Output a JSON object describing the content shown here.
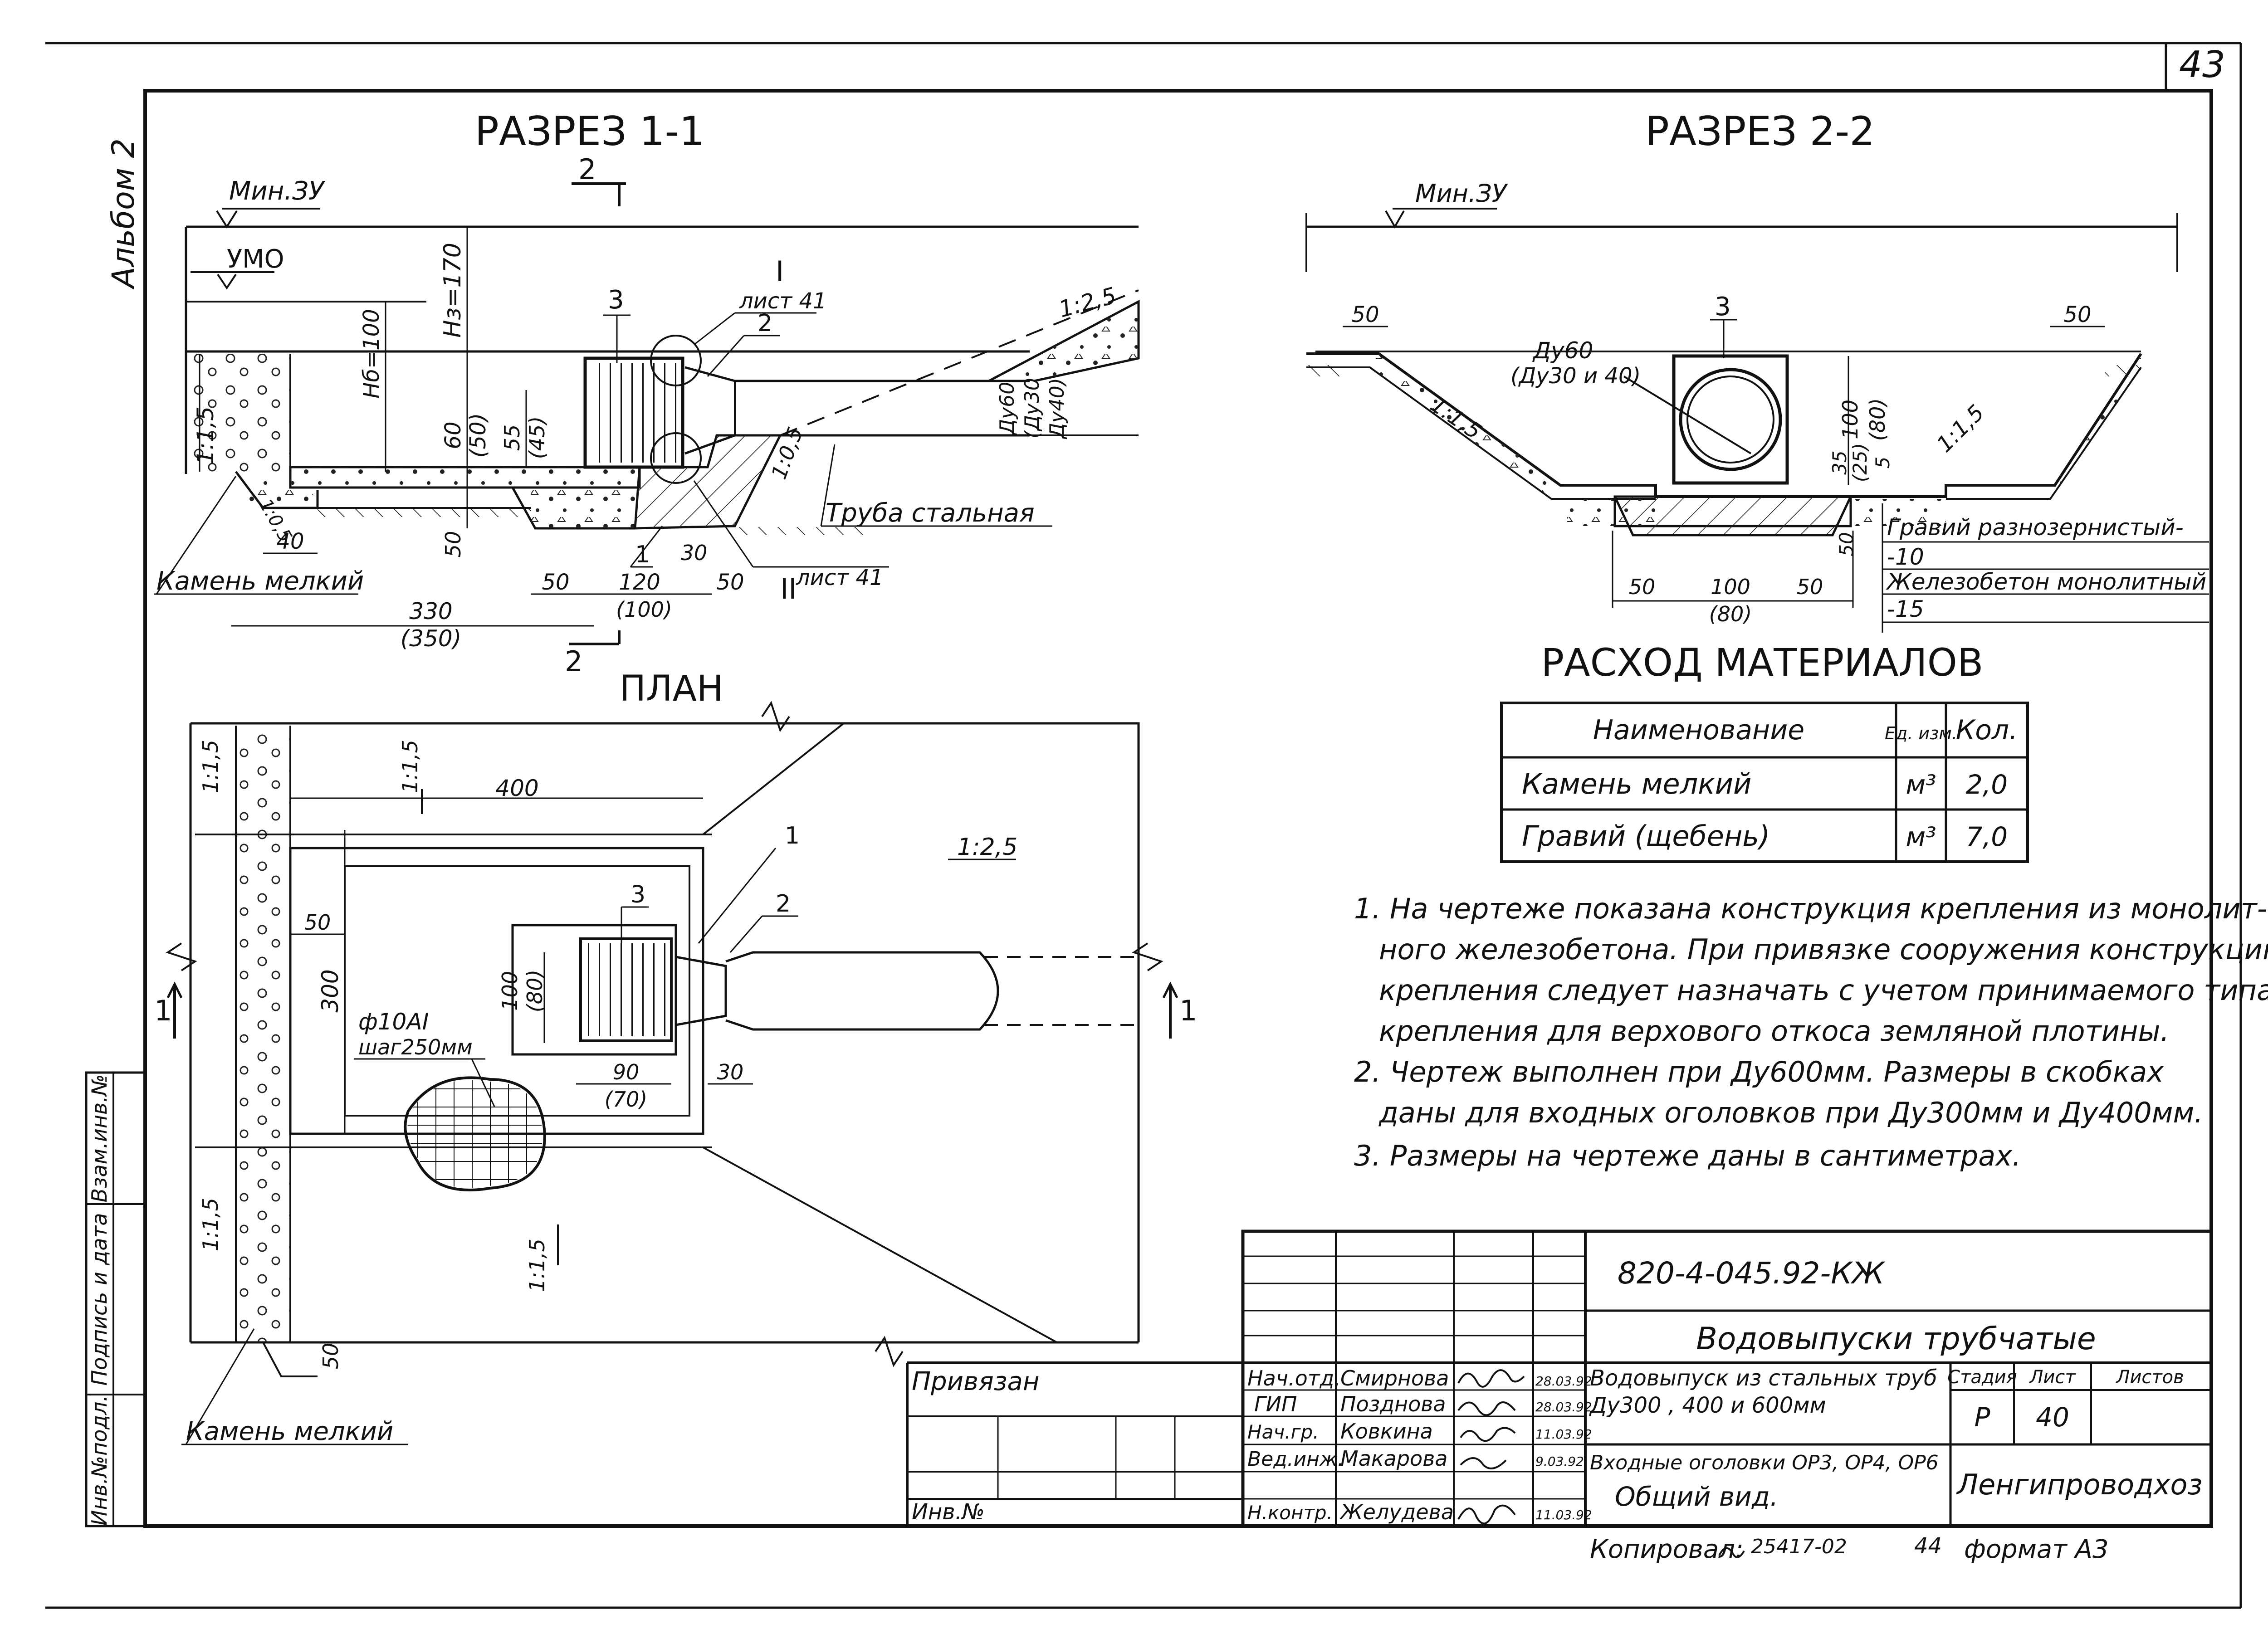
{
  "sheet": {
    "page_number": "43",
    "album": "Альбом 2"
  },
  "section_1_1": {
    "title": "РАЗРЕЗ 1-1",
    "cut_mark": "2",
    "min_level": "Мин.ЗУ",
    "umo": "УМО",
    "h_total": "Hз=170",
    "h_b": "Hб=100",
    "slope_left": "1:1,5",
    "slope_toe": "1:0,5",
    "slope_right_top": "1:2,5",
    "slope_right_bottom": "1:0,5",
    "callout_3": "3",
    "callout_2": "2",
    "callout_1": "1",
    "node_I": "I",
    "node_I_sheet": "лист 41",
    "node_II": "II",
    "node_II_sheet": "лист 41",
    "dim_60": "60",
    "dim_50_paren": "(50)",
    "dim_55": "55",
    "dim_45_paren": "(45)",
    "dim_50_v": "50",
    "dim_40": "40",
    "dim_30": "30",
    "dim_50a": "50",
    "dim_120": "120",
    "dim_100_paren": "(100)",
    "dim_50b": "50",
    "dim_330": "330",
    "dim_350_paren": "(350)",
    "dia_60": "Ду60",
    "dia_30": "(Ду30",
    "dia_40": "Ду40)",
    "label_pipe": "Труба стальная",
    "label_stone": "Камень мелкий"
  },
  "section_2_2": {
    "title": "РАЗРЕЗ 2-2",
    "min_level": "Мин.ЗУ",
    "dim_50_left": "50",
    "dim_50_right": "50",
    "callout_3": "3",
    "dia": "Ду60",
    "dia_alt": "(Ду30 и 40)",
    "slope_left": "1:1,5",
    "slope_right": "1:1,5",
    "dim_100": "100",
    "dim_80_paren": "(80)",
    "dim_35": "35",
    "dim_25_paren": "(25)",
    "dim_5": "5",
    "dim_50_v": "50",
    "dim_50_b1": "50",
    "dim_100_b": "100",
    "dim_80_b": "(80)",
    "dim_50_b2": "50",
    "legend_gravel": "Гравий разнозернистый-",
    "legend_gravel_2": "-10",
    "legend_concrete": "Железобетон монолитный",
    "legend_concrete_2": "-15"
  },
  "plan": {
    "title": "ПЛАН",
    "slope_top": "1:1,5",
    "slope_left_top": "1:1,5",
    "slope_left_bottom": "1:1,5",
    "slope_bottom": "1:1,5",
    "slope_right": "1:2,5",
    "dim_400": "400",
    "dim_50": "50",
    "dim_300": "300",
    "dim_100": "100",
    "dim_80_paren": "(80)",
    "dim_90": "90",
    "dim_70_paren": "(70)",
    "dim_30": "30",
    "dim_50_bottom": "50",
    "callout_1": "1",
    "callout_2": "2",
    "callout_3": "3",
    "rebar": "ф10AI",
    "rebar_step": "шаг250мм",
    "cut_left": "1",
    "cut_right": "1",
    "label_stone": "Камень мелкий"
  },
  "materials": {
    "title": "РАСХОД МАТЕРИАЛОВ",
    "headers": [
      "Наименование",
      "Ед. изм.",
      "Кол."
    ],
    "rows": [
      {
        "name": "Камень мелкий",
        "unit": "м³",
        "qty": "2,0"
      },
      {
        "name": "Гравий (щебень)",
        "unit": "м³",
        "qty": "7,0"
      }
    ]
  },
  "notes": [
    "1. На чертеже показана конструкция крепления из монолит-",
    "ного железобетона. При привязке сооружения конструкцию",
    "крепления следует назначать с учетом принимаемого типа",
    "крепления для верхового откоса земляной плотины.",
    "2. Чертеж выполнен при Ду600мм. Размеры в скобках",
    "даны для входных оголовков при Ду300мм и Ду400мм.",
    "3. Размеры на чертеже даны в сантиметрах."
  ],
  "side_stamp": [
    "Инв.№подл.",
    "Подпись и дата",
    "Взам.инв.№"
  ],
  "title_block": {
    "doc_code": "820-4-045.92-КЖ",
    "project": "Водовыпуски трубчатые",
    "description_1": "Водовыпуск из стальных труб",
    "description_2": "Ду300 , 400 и 600мм",
    "sheet_desc_1": "Входные оголовки ОР3, ОР4, ОР6",
    "sheet_desc_2": "Общий вид.",
    "stage_label": "Стадия",
    "sheet_label": "Лист",
    "sheets_label": "Листов",
    "stage": "Р",
    "sheet": "40",
    "org": "Ленгипроводхоз",
    "attached": "Привязан",
    "inv": "Инв.№",
    "roles": [
      {
        "role": "Нач.отд.",
        "name": "Смирнова",
        "date": "28.03.92"
      },
      {
        "role": "ГИП",
        "name": "Позднова",
        "date": "28.03.92"
      },
      {
        "role": "Нач.гр.",
        "name": "Ковкина",
        "date": "11.03.92"
      },
      {
        "role": "Вед.инж.",
        "name": "Макарова",
        "date": "9.03.92"
      },
      {
        "role": "Н.контр.",
        "name": "Желудева",
        "date": "11.03.92"
      }
    ],
    "copied": "Копировал:",
    "copy_num": "25417-02",
    "copy_extra": "44",
    "format": "формат А3"
  }
}
